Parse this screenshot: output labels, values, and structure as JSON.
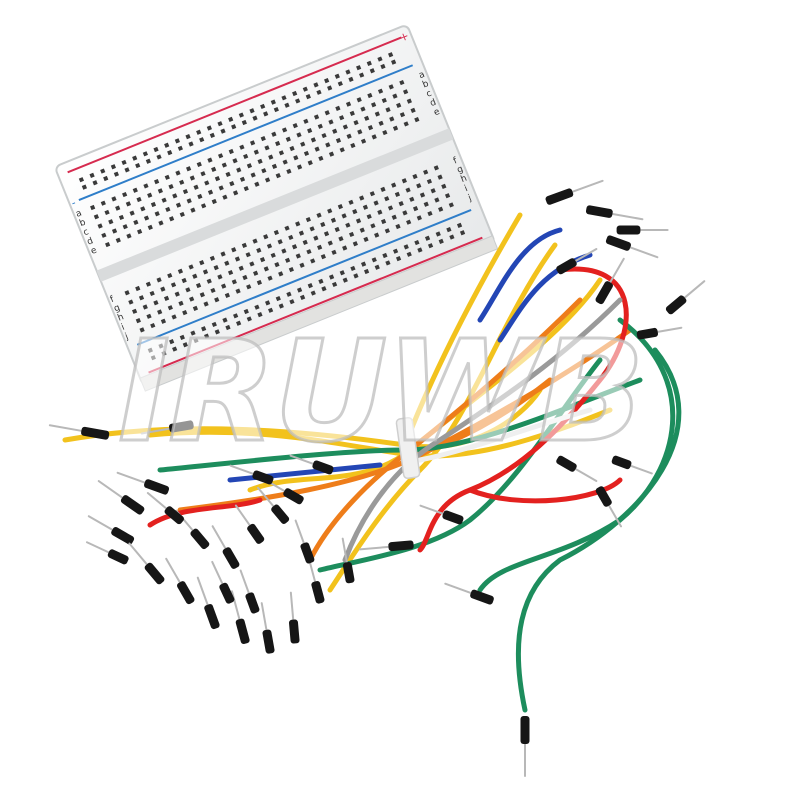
{
  "watermark": {
    "text": "IRUWB"
  },
  "breadboard": {
    "row_letters": [
      "a",
      "b",
      "c",
      "d",
      "e",
      "f",
      "g",
      "h",
      "i",
      "j"
    ],
    "rail_symbols": {
      "plus": "+",
      "minus": "-"
    },
    "rail_colors": {
      "positive": "#d62b4f",
      "negative": "#2f7ec9"
    }
  },
  "wire_colors": {
    "yellow": "#f2c21d",
    "orange": "#ee7d1a",
    "red": "#e3211f",
    "green": "#1d8d5d",
    "blue": "#2346b5",
    "gray": "#9a9a9a",
    "white": "#efefef",
    "pin_housing": "#161616",
    "pin_metal": "#b8b8b8"
  }
}
